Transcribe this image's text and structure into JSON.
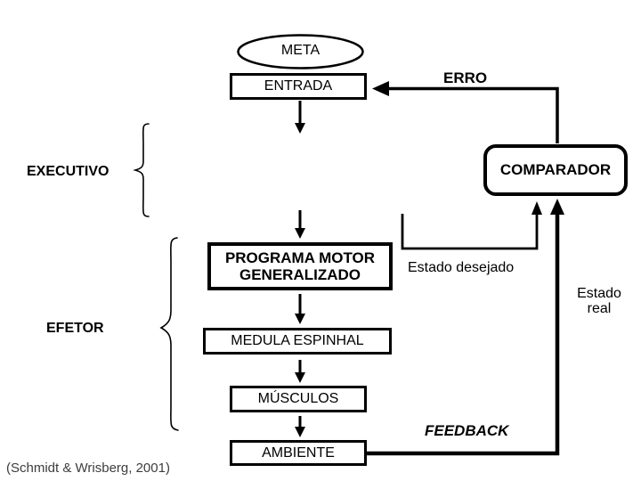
{
  "colors": {
    "background": "#ffffff",
    "ink": "#000000",
    "citation_text": "#3d3d3d"
  },
  "diagram": {
    "meta_label": "META",
    "entrada_label": "ENTRADA",
    "erro_label": "ERRO",
    "executivo_label": "EXECUTIVO",
    "comparador_label": "COMPARADOR",
    "programa_line1": "PROGRAMA MOTOR",
    "programa_line2": "GENERALIZADO",
    "estado_desejado_label": "Estado desejado",
    "estado_real_line1": "Estado",
    "estado_real_line2": "real",
    "efetor_label": "EFETOR",
    "medula_label": "MEDULA ESPINHAL",
    "musculos_label": "MÚSCULOS",
    "feedback_label": "FEEDBACK",
    "ambiente_label": "AMBIENTE",
    "citation": "(Schmidt & Wrisberg, 2001)"
  }
}
